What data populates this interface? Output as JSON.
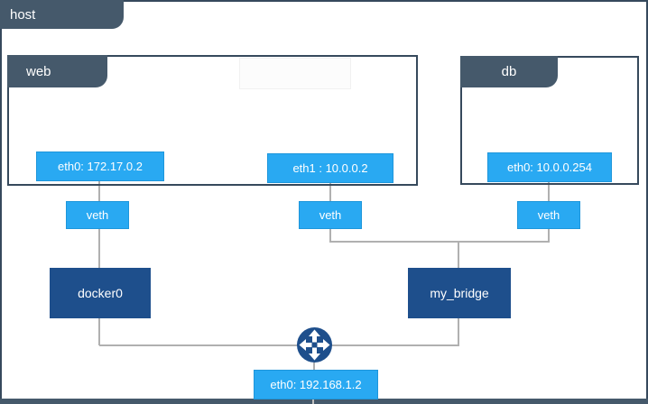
{
  "labels": {
    "host": "host",
    "web": "web",
    "db": "db",
    "web_eth0": "eth0: 172.17.0.2",
    "web_eth1": "eth1 : 10.0.0.2",
    "db_eth0": "eth0: 10.0.0.254",
    "veth_web_eth0": "veth",
    "veth_web_eth1": "veth",
    "veth_db": "veth",
    "docker0": "docker0",
    "my_bridge": "my_bridge",
    "host_eth0": "eth0: 192.168.1.2"
  },
  "icons": {
    "router": "router-cross-arrows-icon"
  },
  "colors": {
    "tab_fill": "#45596B",
    "frame_border": "#36495C",
    "interface_blue": "#29A9F2",
    "bridge_navy": "#1E4F8C",
    "connector_gray": "#B0B0B0",
    "text": "#FFFFFF",
    "background": "#FFFFFF"
  },
  "topology": {
    "nodes": [
      "host",
      "web",
      "db",
      "docker0",
      "my_bridge",
      "router"
    ],
    "edges": [
      {
        "from": "web_eth0",
        "to": "veth_web_eth0"
      },
      {
        "from": "veth_web_eth0",
        "to": "docker0"
      },
      {
        "from": "web_eth1",
        "to": "veth_web_eth1"
      },
      {
        "from": "db_eth0",
        "to": "veth_db"
      },
      {
        "from": "veth_web_eth1",
        "to": "my_bridge"
      },
      {
        "from": "veth_db",
        "to": "my_bridge"
      },
      {
        "from": "docker0",
        "to": "router"
      },
      {
        "from": "my_bridge",
        "to": "router"
      },
      {
        "from": "router",
        "to": "host_eth0"
      }
    ]
  }
}
